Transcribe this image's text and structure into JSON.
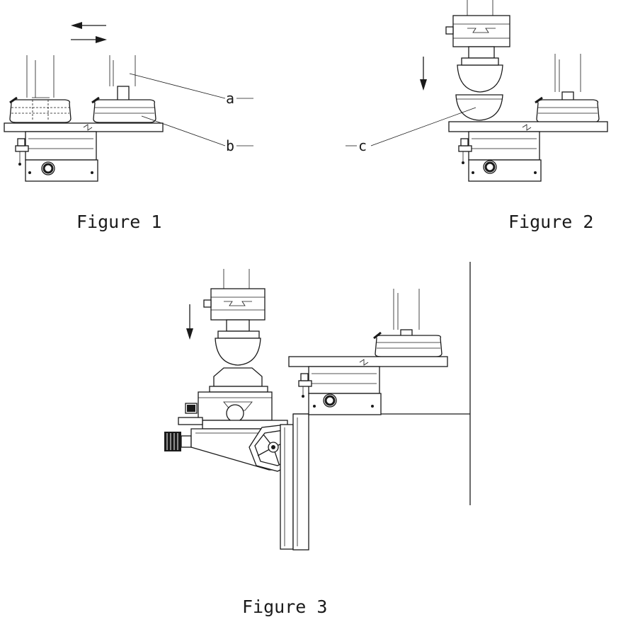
{
  "figures": [
    {
      "caption": "Figure 1"
    },
    {
      "caption": "Figure 2"
    },
    {
      "caption": "Figure 3"
    }
  ],
  "callouts": {
    "a": "a",
    "b": "b",
    "c": "c"
  },
  "icons": [
    "double-arrow-left-right-icon",
    "arrow-down-icon",
    "handwheel-icon",
    "knurled-knob-icon"
  ]
}
